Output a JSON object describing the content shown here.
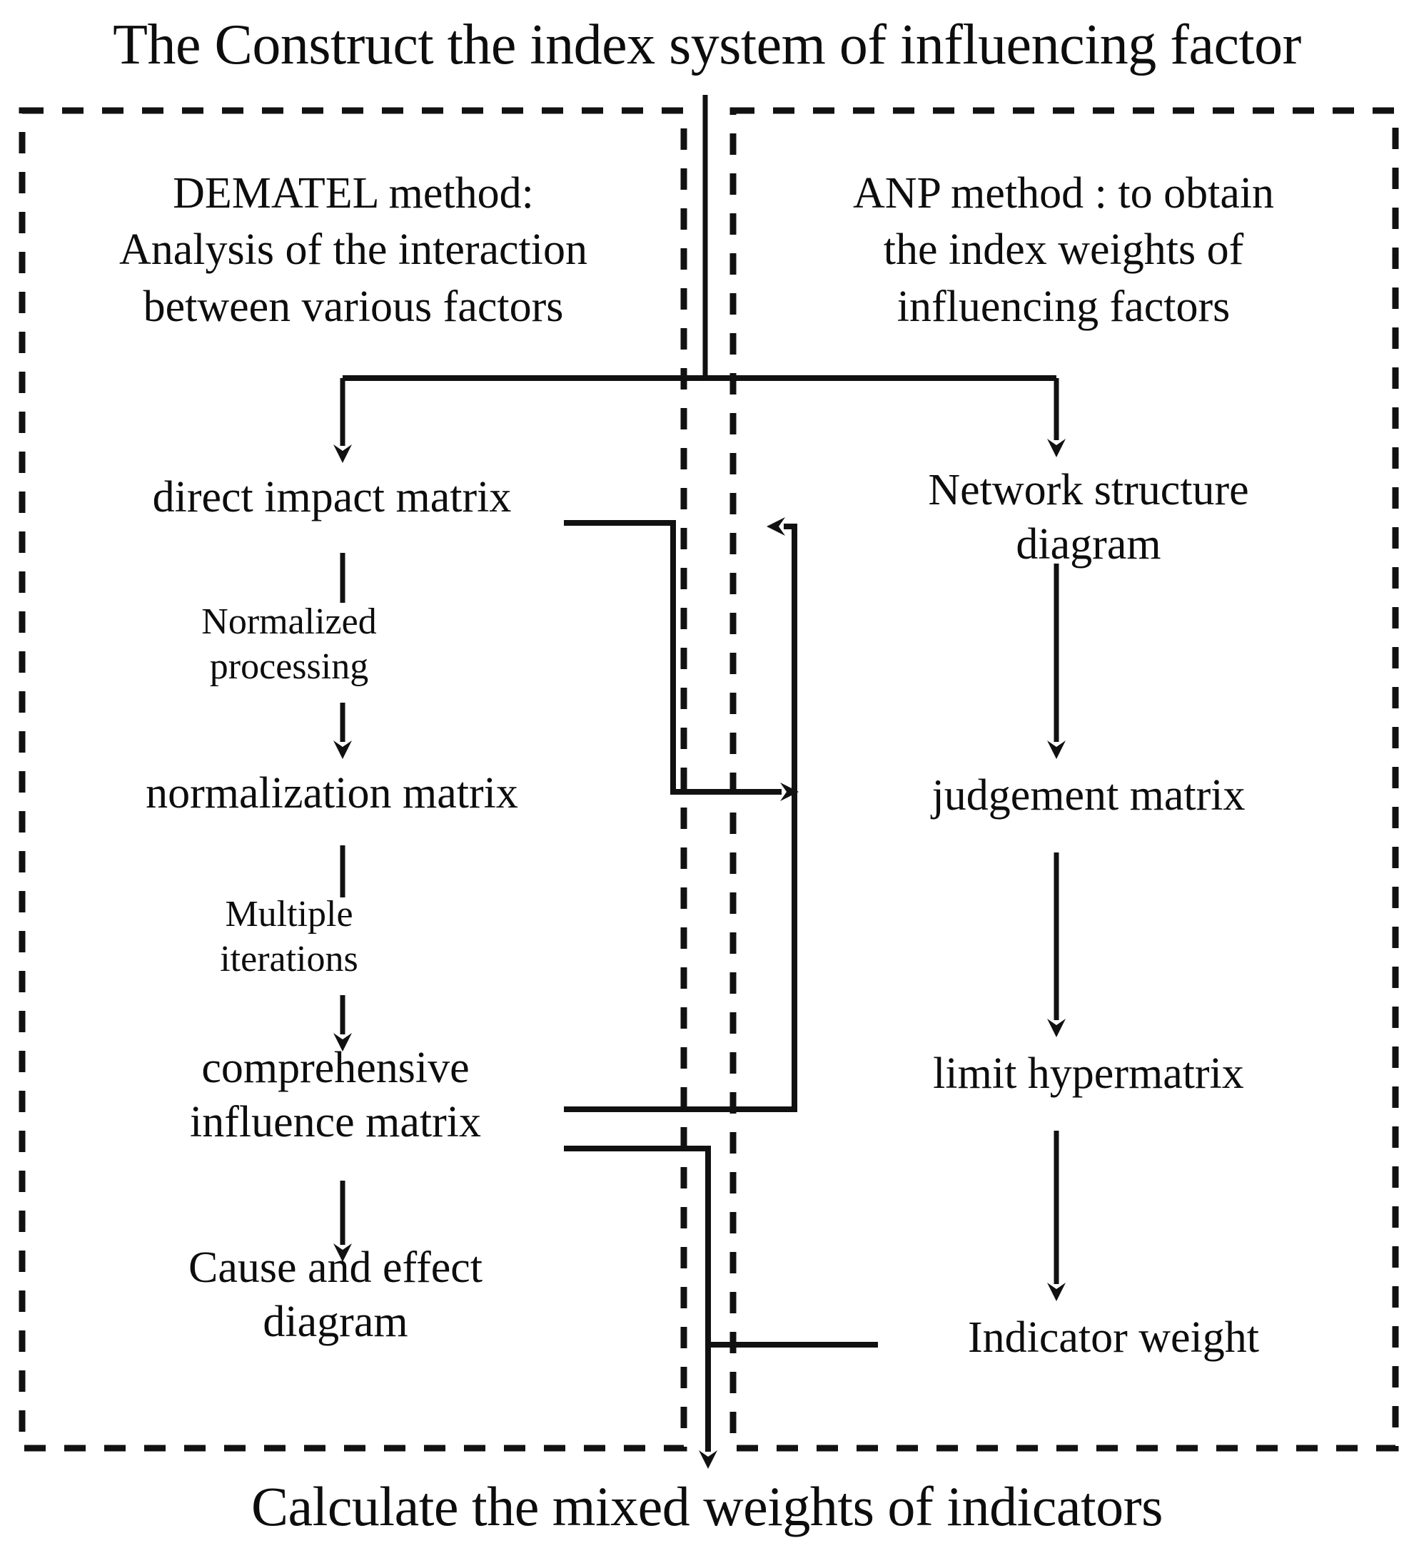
{
  "diagram": {
    "title": "The Construct the index system of influencing factor",
    "footer": "Calculate the mixed weights of indicators",
    "stroke_color": "#111111",
    "text_color": "#0d0d0d",
    "background": "#ffffff",
    "panels": [
      {
        "id": "dematel",
        "caption": "DEMATEL method:\nAnalysis of the interaction\nbetween various factors"
      },
      {
        "id": "anp",
        "caption": "ANP method : to obtain\nthe index weights of\ninfluencing factors"
      }
    ],
    "nodes": {
      "direct_impact_matrix": "direct impact matrix",
      "normalization_matrix": "normalization matrix",
      "comprehensive_influence_matrix": "comprehensive\ninfluence matrix",
      "cause_and_effect_diagram": "Cause and effect\ndiagram",
      "network_structure_diagram": "Network structure\ndiagram",
      "judgement_matrix": "judgement matrix",
      "limit_hypermatrix": "limit hypermatrix",
      "indicator_weight": "Indicator weight"
    },
    "edge_labels": {
      "normalized_processing": "Normalized\nprocessing",
      "multiple_iterations": "Multiple\niterations"
    }
  }
}
